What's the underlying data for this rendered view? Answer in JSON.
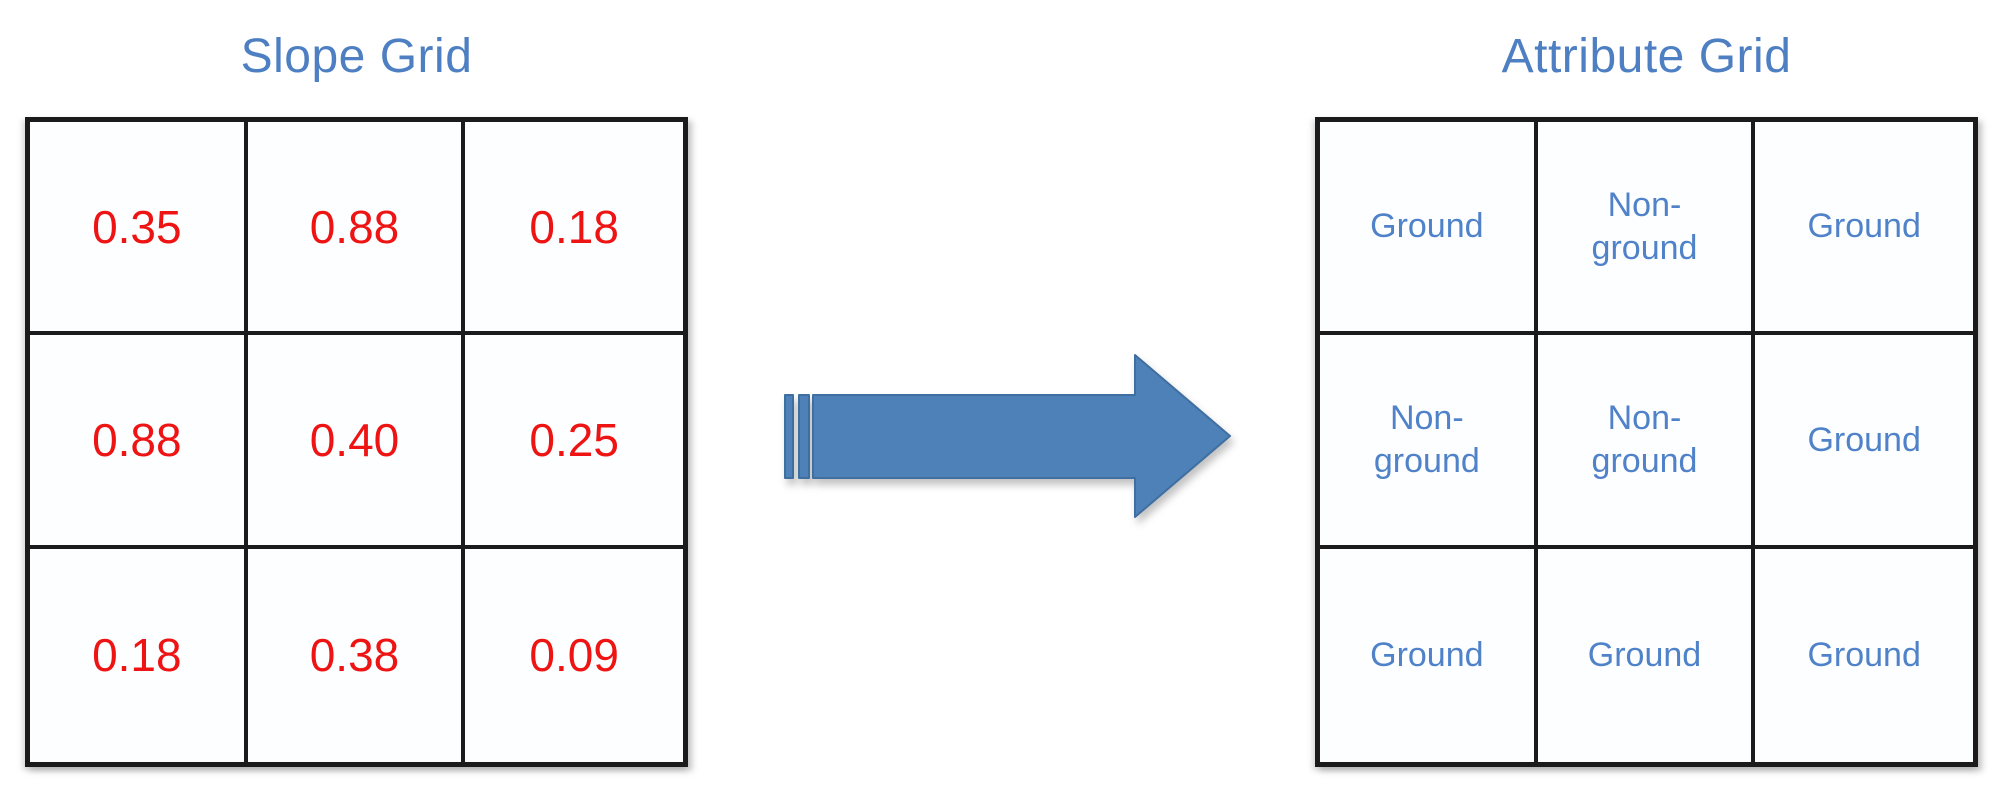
{
  "figure": {
    "slope_grid": {
      "title": "Slope Grid",
      "cells": [
        [
          "0.35",
          "0.88",
          "0.18"
        ],
        [
          "0.88",
          "0.40",
          "0.25"
        ],
        [
          "0.18",
          "0.38",
          "0.09"
        ]
      ]
    },
    "arrow": {
      "direction": "right"
    },
    "attribute_grid": {
      "title": "Attribute Grid",
      "cells": [
        [
          "Ground",
          "Non-\nground",
          "Ground"
        ],
        [
          "Non-\nground",
          "Non-\nground",
          "Ground"
        ],
        [
          "Ground",
          "Ground",
          "Ground"
        ]
      ]
    },
    "colors": {
      "title_text": "#4d7fc2",
      "slope_value_text": "#ee1414",
      "attribute_label_text": "#4f82c8",
      "grid_border": "#1b1b1b",
      "arrow_fill": "#4e81b8",
      "arrow_outline": "#3e6fa0",
      "background": "#ffffff"
    }
  }
}
